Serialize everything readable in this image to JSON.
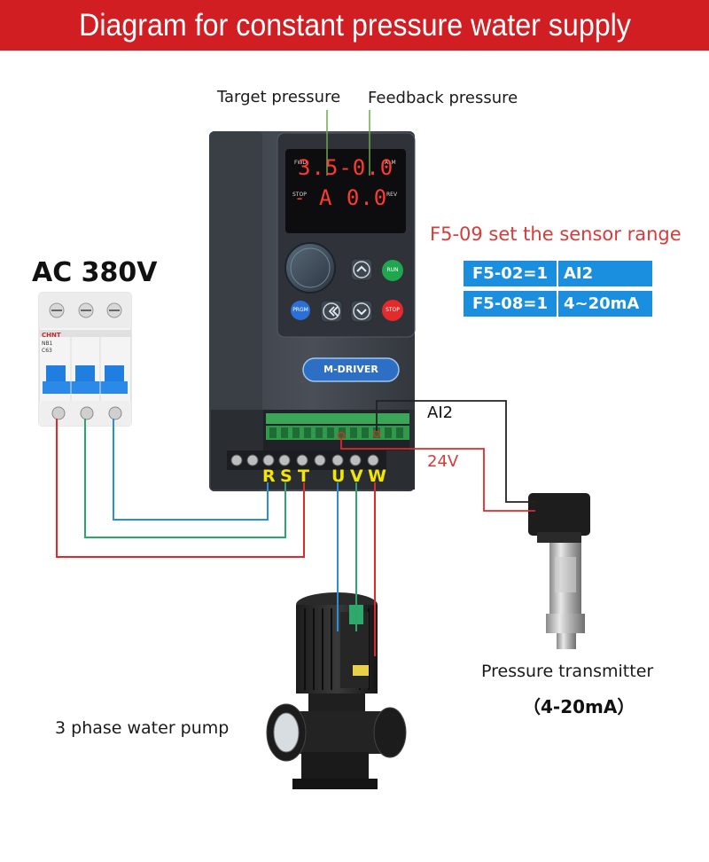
{
  "title": "Diagram for constant pressure water supply",
  "labels": {
    "target_pressure": "Target pressure",
    "feedback_pressure": "Feedback pressure",
    "power_supply": "AC 380V",
    "sensor_note": "F5-09 set the sensor range",
    "ai2": "AI2",
    "v24": "24V",
    "transmitter": "Pressure transmitter",
    "transmitter_range": "（4-20mA）",
    "pump": "3 phase water pump"
  },
  "parameters": [
    {
      "code": "F5-02=1",
      "value": "AI2"
    },
    {
      "code": "F5-08=1",
      "value": "4~20mA"
    }
  ],
  "display": {
    "line1": "3.5-0.0",
    "line2_sign": "-",
    "line2": "A 0.0",
    "ind_fwd": "FWD",
    "ind_alm": "ALM",
    "ind_stop": "STOP",
    "ind_rev": "REV"
  },
  "keypad": {
    "run": "RUN",
    "prgm": "PRGM",
    "stop": "STOP"
  },
  "brand": "M-DRIVER",
  "breaker_brand": "CHNT",
  "breaker_model": "NB1",
  "breaker_rating": "C63",
  "input_terminals": [
    "R",
    "S",
    "T"
  ],
  "output_terminals": [
    "U",
    "V",
    "W"
  ],
  "colors": {
    "title_bg": "#d01e22",
    "wire_red": "#e02a2a",
    "wire_green": "#2aa86a",
    "wire_blue": "#2a8fd8",
    "wire_black": "#222222",
    "param_bg": "#1a8fe0"
  }
}
